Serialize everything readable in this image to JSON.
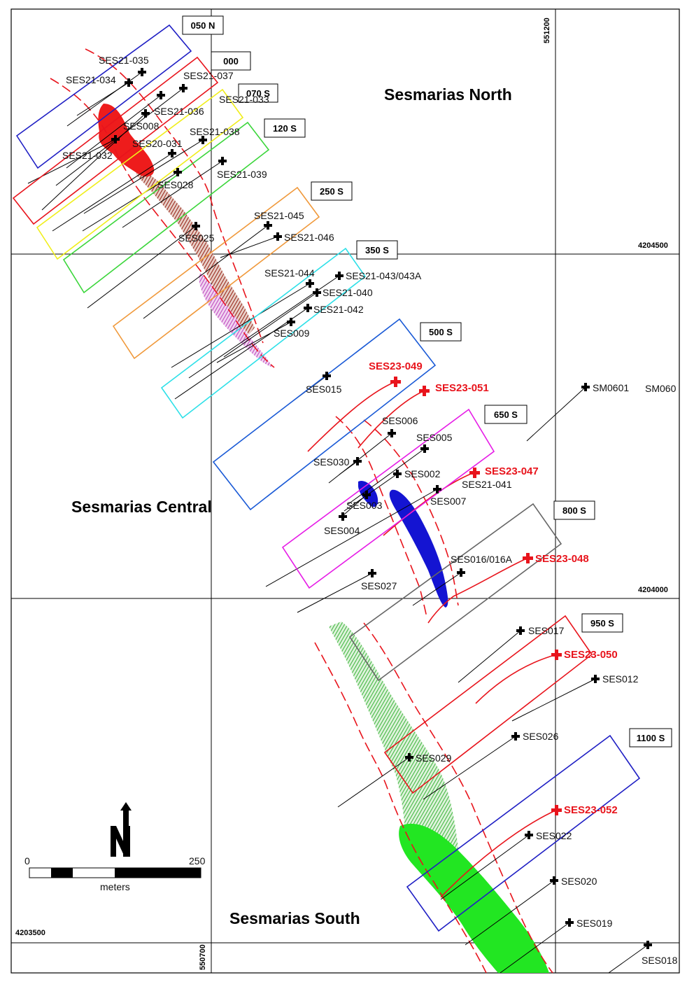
{
  "regions": {
    "north": "Sesmarias North",
    "central": "Sesmarias Central",
    "south": "Sesmarias South"
  },
  "grid": {
    "easting_top": "551200",
    "easting_bottom": "550700",
    "northing_upper": "4204500",
    "northing_middle": "4204000",
    "northing_lower": "4203500"
  },
  "scale_bar": {
    "start": "0",
    "end": "250",
    "unit": "meters"
  },
  "section_labels": {
    "s050n": "050 N",
    "s000": "000",
    "s070s": "070 S",
    "s120s": "120 S",
    "s250s": "250 S",
    "s350s": "350 S",
    "s500s": "500 S",
    "s650s": "650 S",
    "s800s": "800 S",
    "s950s": "950 S",
    "s1100s": "1100 S"
  },
  "drillholes": {
    "h035": "SES21-035",
    "h034": "SES21-034",
    "h037": "SES21-037",
    "h033": "SES21-033",
    "h036": "SES21-036",
    "ses008": "SES008",
    "h038": "SES21-038",
    "h031": "SES20-031",
    "h032": "SES21-032",
    "h039": "SES21-039",
    "ses028": "SES028",
    "h045": "SES21-045",
    "h046": "SES21-046",
    "ses025": "SES025",
    "h044": "SES21-044",
    "h043": "SES21-043/043A",
    "h040": "SES21-040",
    "h042": "SES21-042",
    "ses009": "SES009",
    "ses015": "SES015",
    "ses006": "SES006",
    "ses005": "SES005",
    "ses030": "SES030",
    "ses002": "SES002",
    "h041": "SES21-041",
    "ses007": "SES007",
    "ses003": "SES003",
    "ses004": "SES004",
    "ses016": "SES016/016A",
    "ses027": "SES027",
    "sm0601": "SM0601",
    "sm060": "SM060",
    "ses017": "SES017",
    "ses012": "SES012",
    "ses026": "SES026",
    "ses029": "SES029",
    "ses022": "SES022",
    "ses020": "SES020",
    "ses019": "SES019",
    "ses018": "SES018"
  },
  "new_drillholes": {
    "h049": "SES23-049",
    "h051": "SES23-051",
    "h047": "SES23-047",
    "h048": "SES23-048",
    "h050": "SES23-050",
    "h052": "SES23-052"
  },
  "colors": {
    "new_hole": "#e8141c",
    "fault": "#e8141c",
    "north_body": "#ee1c1c",
    "north_tail": "#9a2a1e",
    "north_pink": "#c04cc0",
    "central_body": "#1414d2",
    "south_body": "#22e622",
    "south_hatch": "#44b844"
  },
  "north_arrow": "N"
}
